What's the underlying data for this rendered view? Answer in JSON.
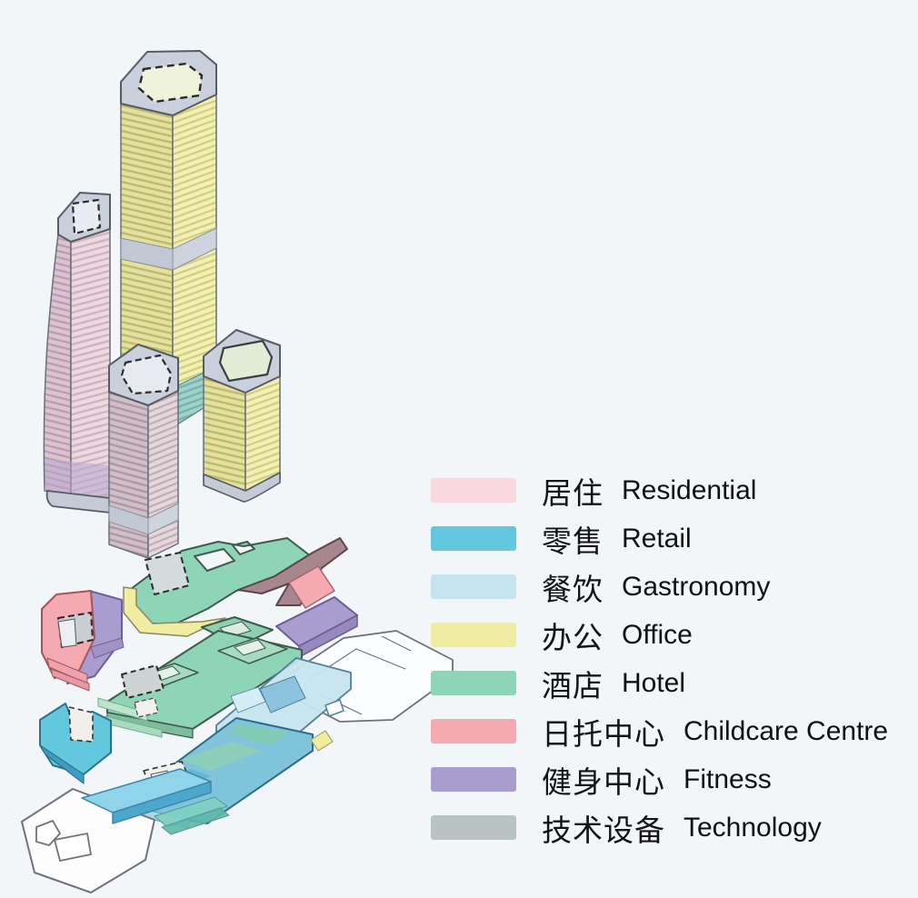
{
  "page": {
    "background": "#f2f6f9"
  },
  "legend": {
    "items": [
      {
        "key": "residential",
        "zh": "居住",
        "en": "Residential",
        "color": "#f9d8df"
      },
      {
        "key": "retail",
        "zh": "零售",
        "en": "Retail",
        "color": "#63c8de"
      },
      {
        "key": "gastronomy",
        "zh": "餐饮",
        "en": "Gastronomy",
        "color": "#c6e4ef"
      },
      {
        "key": "office",
        "zh": "办公",
        "en": "Office",
        "color": "#f0eda2"
      },
      {
        "key": "hotel",
        "zh": "酒店",
        "en": "Hotel",
        "color": "#8ed5b8"
      },
      {
        "key": "childcare",
        "zh": "日托中心",
        "en": "Childcare Centre",
        "color": "#f5a9b0"
      },
      {
        "key": "fitness",
        "zh": "健身中心",
        "en": "Fitness",
        "color": "#a99ccf"
      },
      {
        "key": "technology",
        "zh": "技术设备",
        "en": "Technology",
        "color": "#bac3c4"
      }
    ]
  }
}
